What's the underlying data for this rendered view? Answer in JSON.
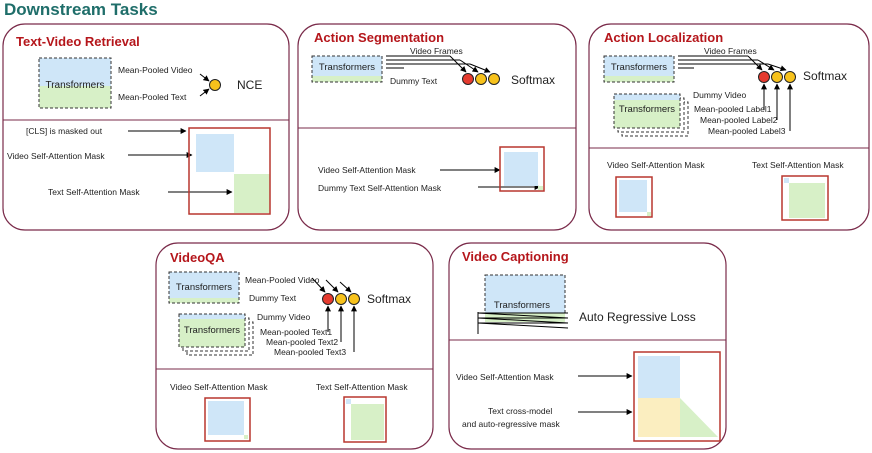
{
  "title": "Downstream Tasks",
  "colors": {
    "title": "#1f6e6a",
    "task_title": "#b5161b",
    "panel_border": "#7a2b4a",
    "accent_red": "#b8372f",
    "video_blue": "#cfe6f8",
    "text_green": "#d7f0c7",
    "caption_yellow": "#fbeec0",
    "circle_red": "#e53b2f",
    "circle_yellow": "#f7c21c"
  },
  "common": {
    "transformers": "Transformers",
    "video_frames": "Video Frames",
    "dummy_text": "Dummy Text",
    "dummy_video": "Dummy Video",
    "softmax": "Softmax",
    "video_mask": "Video Self-Attention Mask",
    "text_mask": "Text Self-Attention Mask"
  },
  "retrieval": {
    "title": "Text-Video Retrieval",
    "mean_video": "Mean-Pooled Video",
    "mean_text": "Mean-Pooled Text",
    "nce": "NCE",
    "cls_masked": "[CLS] is masked out"
  },
  "segmentation": {
    "title": "Action Segmentation",
    "dummy_mask": "Dummy Text Self-Attention Mask"
  },
  "localization": {
    "title": "Action Localization",
    "label1": "Mean-pooled Label1",
    "label2": "Mean-pooled Label2",
    "label3": "Mean-pooled Label3"
  },
  "videoqa": {
    "title": "VideoQA",
    "mean_video": "Mean-Pooled Video",
    "text1": "Mean-pooled Text1",
    "text2": "Mean-pooled Text2",
    "text3": "Mean-pooled Text3"
  },
  "captioning": {
    "title": "Video Captioning",
    "loss": "Auto Regressive Loss",
    "cross_mask_line1": "Text cross-model",
    "cross_mask_line2": "and auto-regressive mask"
  }
}
